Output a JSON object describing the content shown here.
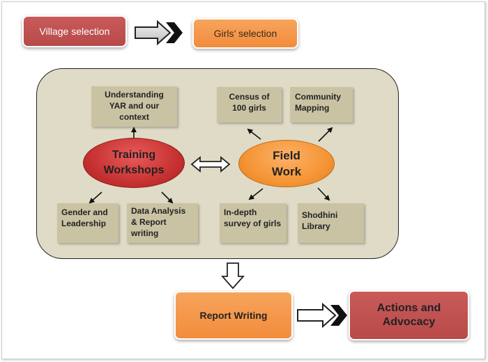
{
  "top_row": {
    "village_selection": "Village selection",
    "girls_selection": "Girls’ selection"
  },
  "center": {
    "training": [
      "Training",
      "Workshops"
    ],
    "field": [
      "Field",
      "Work"
    ]
  },
  "training_outputs": {
    "understanding": [
      "Understanding",
      "YAR and our",
      "context"
    ],
    "gender": [
      "Gender and",
      "Leadership"
    ],
    "data_analysis": [
      "Data Analysis",
      "& Report",
      "writing"
    ]
  },
  "field_outputs": {
    "census": [
      "Census of",
      "100 girls"
    ],
    "community": [
      "Community",
      "Mapping"
    ],
    "indepth": [
      "In-depth",
      "survey of girls"
    ],
    "shodhini": [
      "Shodhini",
      "Library"
    ]
  },
  "bottom_row": {
    "report_writing": "Report Writing",
    "actions": [
      "Actions and",
      "Advocacy"
    ]
  },
  "colors": {
    "red_box": "#c05252",
    "orange_box": "#f59a4a",
    "panel": "#dfdbc6",
    "tan_box": "#c9c3a4"
  }
}
